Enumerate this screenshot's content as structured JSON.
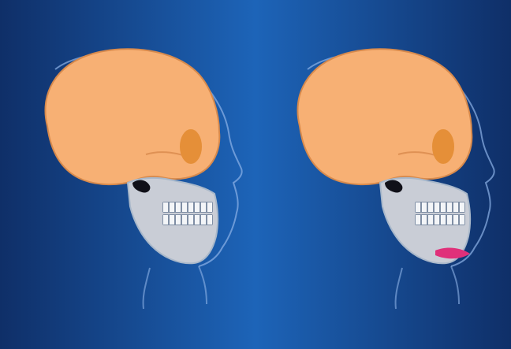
{
  "panels": [
    {
      "id": "left-skull",
      "variant": "normal-jaw",
      "show_lip_mark": false
    },
    {
      "id": "right-skull",
      "variant": "lip-marked-jaw",
      "show_lip_mark": true
    }
  ],
  "colors": {
    "background_center": "#1d64b8",
    "background_edge": "#0f2f68",
    "cranium": "#f7b074",
    "cranium_outline": "#d88a4c",
    "orbit": "#e58f38",
    "jaw": "#c9cdd6",
    "jaw_outline": "#a9b8ca",
    "teeth": "#f3f5f8",
    "teeth_gap": "#7f8ea4",
    "contour": "#8fb4e8",
    "cavity": "#101018",
    "lip_mark": "#e0307a"
  }
}
